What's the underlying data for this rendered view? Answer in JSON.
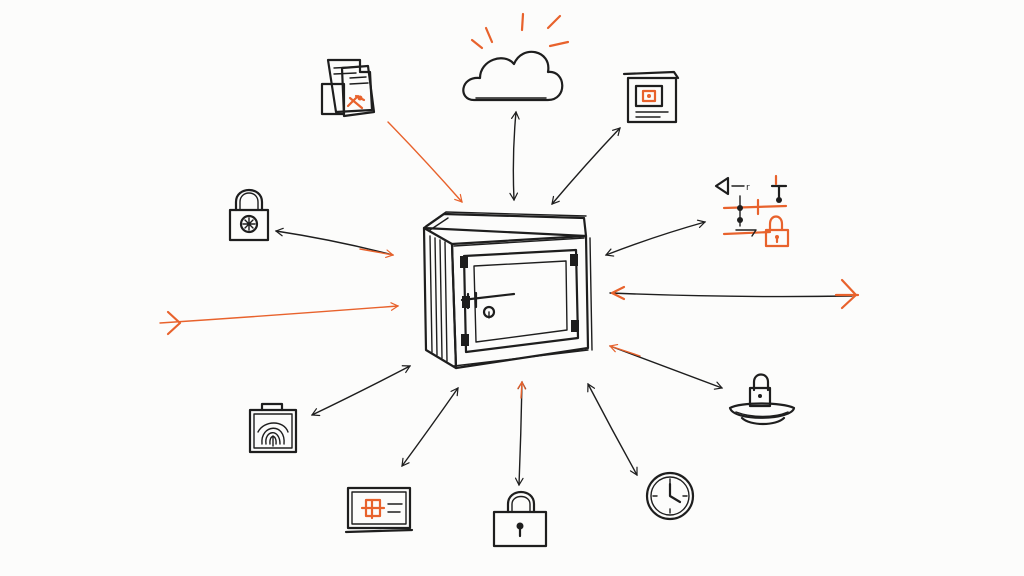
{
  "colors": {
    "ink": "#1e1e1e",
    "accent": "#e8622c",
    "background": "#fcfcfb"
  },
  "hub": {
    "icon": "safe-icon"
  },
  "nodes": [
    {
      "icon": "documents-tools-icon",
      "link_color": "accent",
      "direction": "to-hub"
    },
    {
      "icon": "cloud-icon",
      "link_color": "ink",
      "direction": "both"
    },
    {
      "icon": "framed-document-icon",
      "link_color": "ink",
      "direction": "both"
    },
    {
      "icon": "padlock-icon",
      "link_color": "ink",
      "direction": "both"
    },
    {
      "icon": "network-lock-icon",
      "link_color": "ink",
      "direction": "both"
    },
    {
      "icon": "incoming-link-left",
      "link_color": "accent",
      "direction": "to-hub"
    },
    {
      "icon": "incoming-link-right",
      "link_color": "ink",
      "direction": "to-hub"
    },
    {
      "icon": "locked-bowl-icon",
      "link_color": "ink",
      "direction": "both"
    },
    {
      "icon": "fingerprint-case-icon",
      "link_color": "ink",
      "direction": "both"
    },
    {
      "icon": "medical-monitor-icon",
      "link_color": "ink",
      "direction": "both"
    },
    {
      "icon": "padlock-bottom-icon",
      "link_color": "ink",
      "direction": "both"
    },
    {
      "icon": "clock-icon",
      "link_color": "ink",
      "direction": "both"
    }
  ]
}
